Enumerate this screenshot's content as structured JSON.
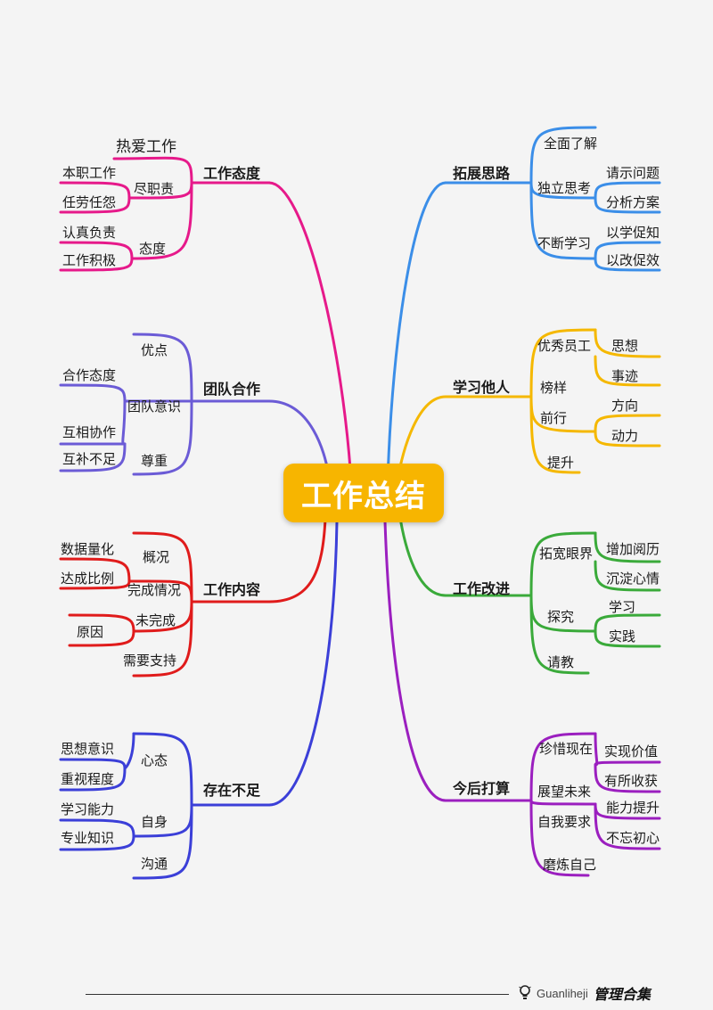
{
  "title": "工作总结",
  "colors": {
    "background": "#f4f4f4",
    "center": "#f7b500",
    "attitude": "#e6198a",
    "team": "#6b5bd6",
    "content": "#e01b1b",
    "shortage": "#3b3fd8",
    "thinking": "#3b8ee8",
    "learning": "#f5b800",
    "improve": "#3aaa3a",
    "future": "#9b1fbf"
  },
  "branches": {
    "attitude": {
      "label": "工作态度",
      "items": [
        "热爱工作",
        "尽职责",
        "态度"
      ],
      "leaves": [
        "本职工作",
        "任劳任怨",
        "认真负责",
        "工作积极"
      ]
    },
    "team": {
      "label": "团队合作",
      "items": [
        "优点",
        "团队意识",
        "尊重"
      ],
      "leaves": [
        "合作态度",
        "互相协作",
        "互补不足"
      ]
    },
    "content": {
      "label": "工作内容",
      "items": [
        "概况",
        "完成情况",
        "未完成",
        "需要支持"
      ],
      "leaves": [
        "数据量化",
        "达成比例",
        "原因"
      ]
    },
    "shortage": {
      "label": "存在不足",
      "items": [
        "心态",
        "自身",
        "沟通"
      ],
      "leaves": [
        "思想意识",
        "重视程度",
        "学习能力",
        "专业知识"
      ]
    },
    "thinking": {
      "label": "拓展思路",
      "items": [
        "全面了解",
        "独立思考",
        "不断学习"
      ],
      "leaves": [
        "请示问题",
        "分析方案",
        "以学促知",
        "以改促效"
      ]
    },
    "learning": {
      "label": "学习他人",
      "items": [
        "优秀员工",
        "榜样",
        "前行",
        "提升"
      ],
      "leaves": [
        "思想",
        "事迹",
        "方向",
        "动力"
      ]
    },
    "improve": {
      "label": "工作改进",
      "items": [
        "拓宽眼界",
        "探究",
        "请教"
      ],
      "leaves": [
        "增加阅历",
        "沉淀心情",
        "学习",
        "实践"
      ]
    },
    "future": {
      "label": "今后打算",
      "items": [
        "珍惜现在",
        "展望未来",
        "自我要求",
        "磨炼自己"
      ],
      "leaves": [
        "实现价值",
        "有所收获",
        "能力提升",
        "不忘初心"
      ]
    }
  },
  "footer": {
    "brand_latin": "Guanliheji",
    "brand_cn": "管理合集",
    "icon": "lightbulb-icon"
  }
}
